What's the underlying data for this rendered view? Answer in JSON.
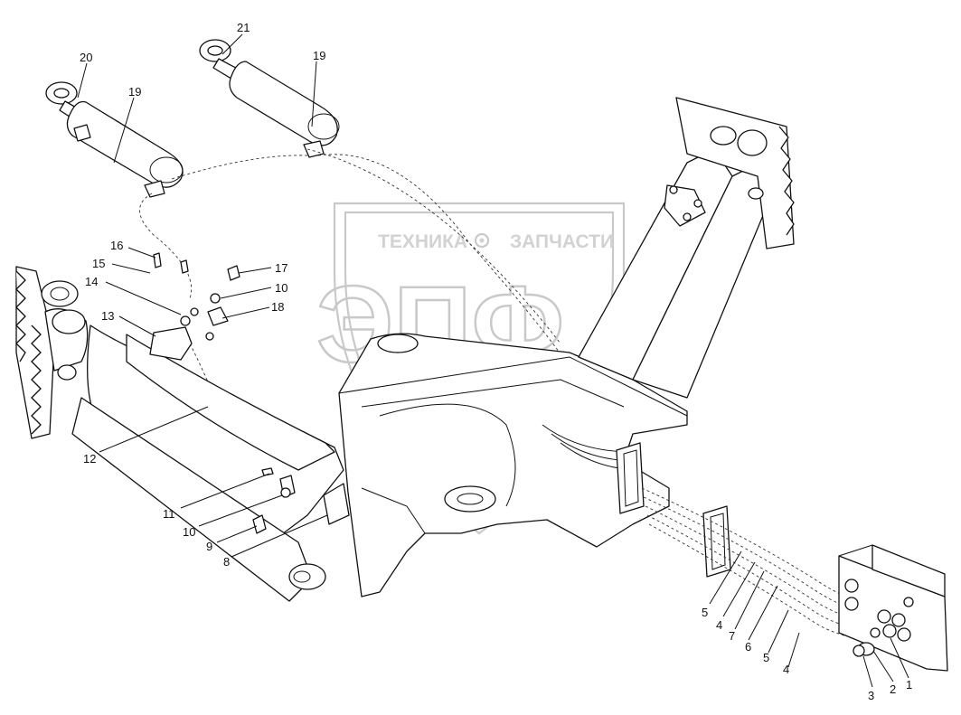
{
  "watermark": {
    "line1_left": "ТЕХНИКА",
    "line1_right": "ЗАПЧАСТИ",
    "logo": "ЭПФ",
    "gear_icon": "gear-icon"
  },
  "callouts": [
    {
      "id": "c21",
      "label": "21"
    },
    {
      "id": "c20",
      "label": "20"
    },
    {
      "id": "c19a",
      "label": "19"
    },
    {
      "id": "c19b",
      "label": "19"
    },
    {
      "id": "c16",
      "label": "16"
    },
    {
      "id": "c15",
      "label": "15"
    },
    {
      "id": "c14",
      "label": "14"
    },
    {
      "id": "c13",
      "label": "13"
    },
    {
      "id": "c17",
      "label": "17"
    },
    {
      "id": "c10a",
      "label": "10"
    },
    {
      "id": "c18",
      "label": "18"
    },
    {
      "id": "c12",
      "label": "12"
    },
    {
      "id": "c11",
      "label": "11"
    },
    {
      "id": "c10b",
      "label": "10"
    },
    {
      "id": "c9",
      "label": "9"
    },
    {
      "id": "c8",
      "label": "8"
    },
    {
      "id": "c5a",
      "label": "5"
    },
    {
      "id": "c4a",
      "label": "4"
    },
    {
      "id": "c7",
      "label": "7"
    },
    {
      "id": "c6",
      "label": "6"
    },
    {
      "id": "c5b",
      "label": "5"
    },
    {
      "id": "c4b",
      "label": "4"
    },
    {
      "id": "c3",
      "label": "3"
    },
    {
      "id": "c2",
      "label": "2"
    },
    {
      "id": "c1",
      "label": "1"
    }
  ]
}
